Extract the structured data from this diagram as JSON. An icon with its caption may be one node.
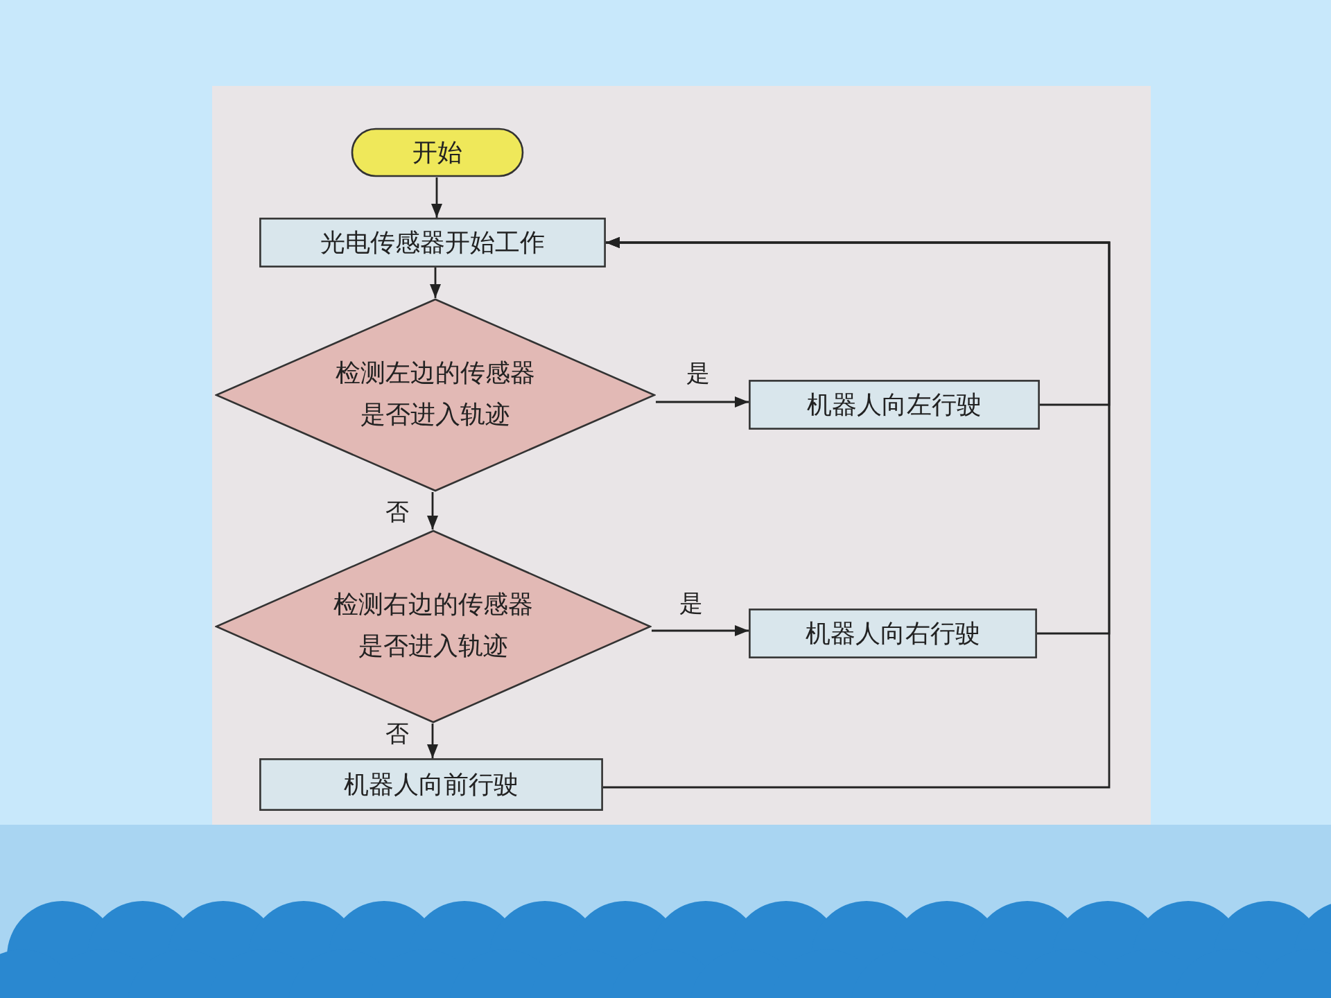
{
  "diagram": {
    "nodes": [
      {
        "text": [
          "开始"
        ]
      },
      {
        "text": [
          "光电传感器开始工作"
        ]
      },
      {
        "text": [
          "检测左边的传感器是否进入轨迹"
        ]
      },
      {
        "text": [
          "机器人向左行驶"
        ]
      },
      {
        "text": [
          "检测右边的传感器是否进入轨迹"
        ]
      },
      {
        "text": [
          "机器人向右行驶"
        ]
      },
      {
        "text": [
          "机器人向前行驶"
        ]
      }
    ],
    "edges": [
      {
        "from": 0,
        "to": 1,
        "arrow": "to"
      },
      {
        "from": 1,
        "to": 2,
        "arrow": "to"
      },
      {
        "from": 2,
        "to": 3,
        "arrow": "to",
        "label": "是"
      },
      {
        "from": 2,
        "to": 4,
        "arrow": "to",
        "label": "否"
      },
      {
        "from": 4,
        "to": 5,
        "arrow": "to",
        "label": "是"
      },
      {
        "from": 4,
        "to": 6,
        "arrow": "to",
        "label": "否"
      },
      {
        "from": 3,
        "to": 1,
        "arrow": "to"
      },
      {
        "from": 5,
        "to": 1,
        "arrow": "to"
      },
      {
        "from": 6,
        "to": 1,
        "arrow": "to"
      }
    ]
  }
}
